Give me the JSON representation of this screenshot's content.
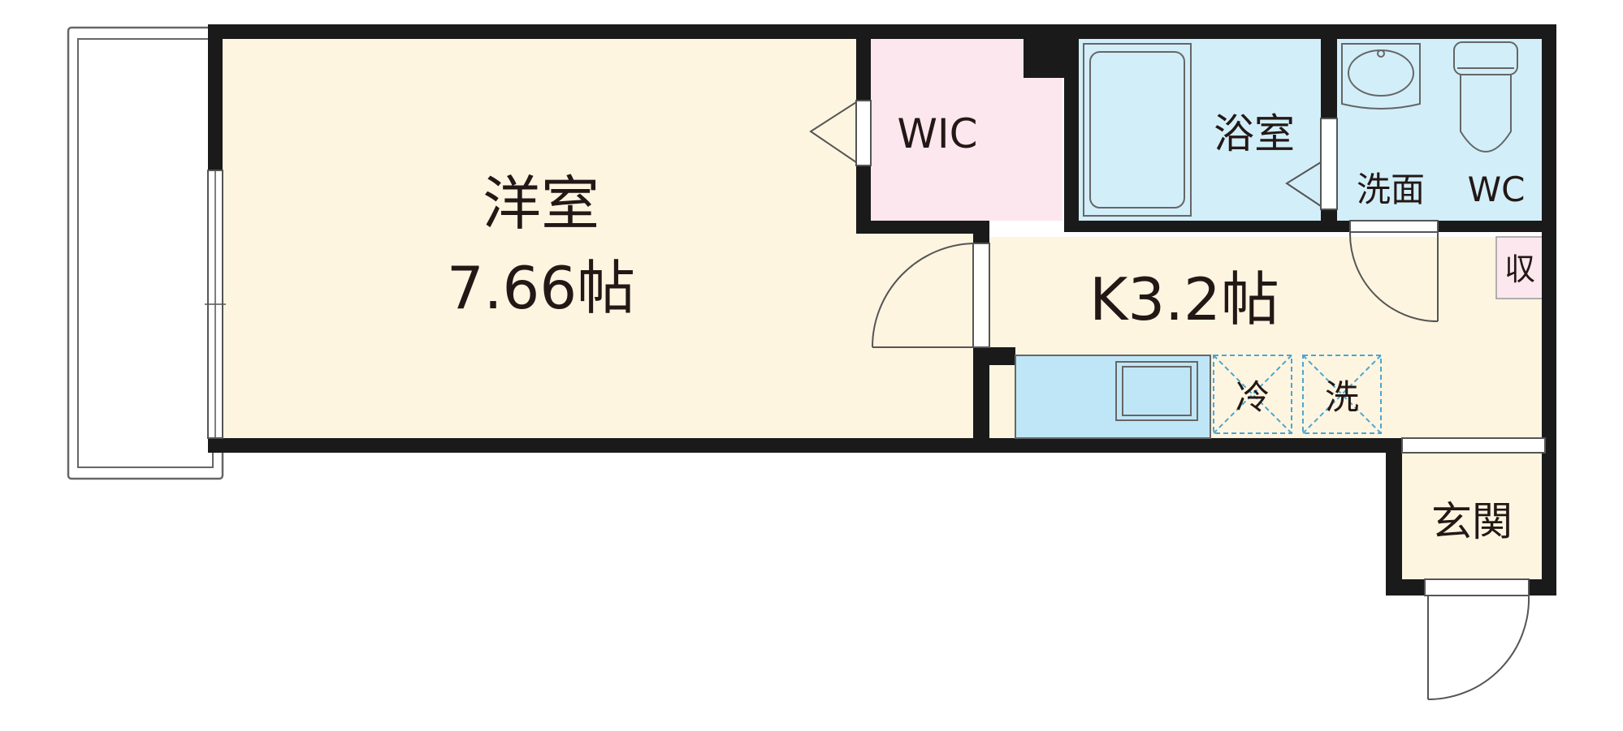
{
  "rooms": {
    "western": {
      "name": "洋室",
      "area": "7.66帖",
      "color": "#fef5e1"
    },
    "wic": {
      "name": "WIC",
      "color": "#fde7ef"
    },
    "bath": {
      "name": "浴室",
      "color": "#d2eef9"
    },
    "washroom": {
      "name": "洗面",
      "color": "#d2eef9"
    },
    "wc": {
      "name": "WC",
      "color": "#d2eef9"
    },
    "kitchen": {
      "name": "K3.2帖",
      "color": "#fef5e1"
    },
    "storage": {
      "name": "収",
      "color": "#fde7ef"
    },
    "entrance": {
      "name": "玄関",
      "color": "#fef5e1"
    }
  },
  "fixtures": {
    "fridge": {
      "name": "冷"
    },
    "washer": {
      "name": "洗"
    },
    "counter_color": "#bfe6f6"
  },
  "icons": [
    "swing-door-icon",
    "bathtub-icon",
    "wash-basin-icon",
    "toilet-icon",
    "sink-icon",
    "window-icon",
    "balcony-icon"
  ],
  "colors": {
    "wall": "#1a1a1a",
    "line": "#555555",
    "background": "#ffffff"
  }
}
